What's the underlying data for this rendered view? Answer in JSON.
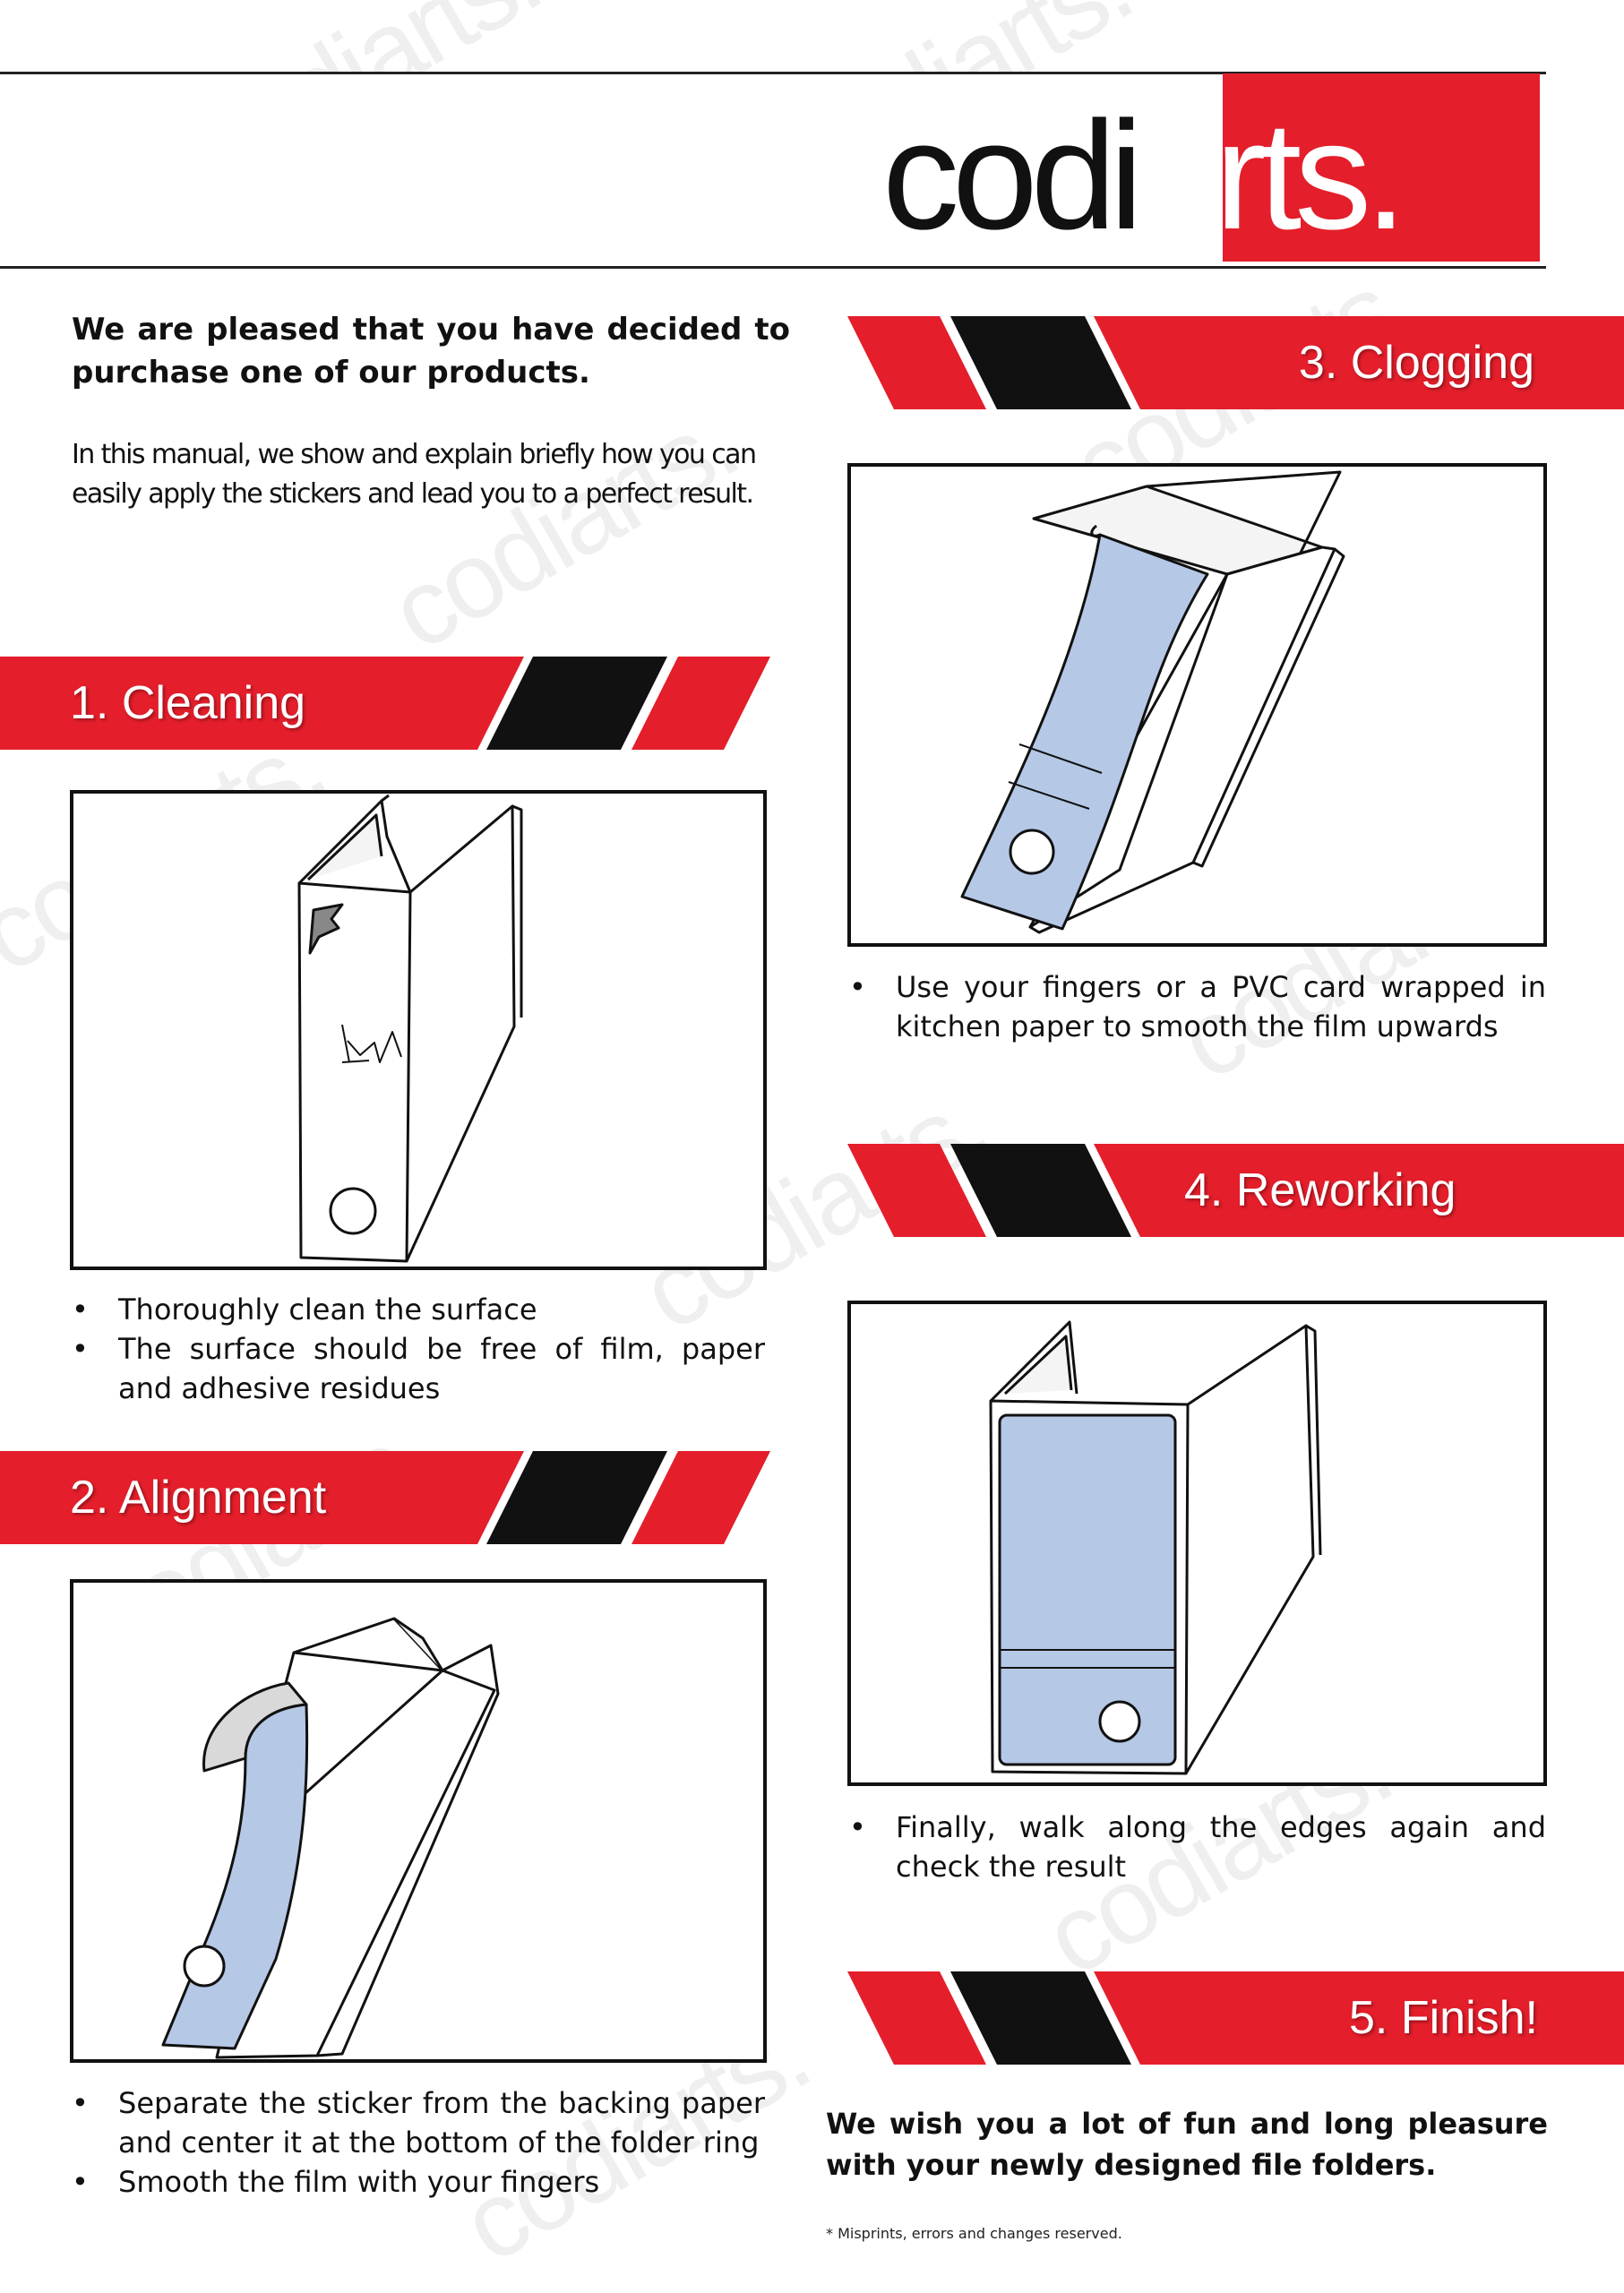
{
  "brand": {
    "logo_dark": "codi",
    "logo_light": "arts.",
    "accent_color": "#e41e2b",
    "dark_color": "#111111"
  },
  "intro": {
    "bold": "We are pleased that you have decided to purchase one of our products.",
    "body": "In this manual, we show and explain briefly how you can easily apply the stickers and lead you to a perfect result."
  },
  "sections": [
    {
      "title": "1. Cleaning",
      "bullets": [
        "Thoroughly clean the surface",
        "The surface should be free of film, paper and adhesive residues"
      ]
    },
    {
      "title": "2. Alignment",
      "bullets": [
        "Separate the sticker from the backing paper and center it at the bottom of the folder ring",
        "Smooth the film with your fingers"
      ]
    },
    {
      "title": "3. Clogging",
      "bullets": [
        "Use your fingers or a PVC card wrapped in kitchen paper to smooth the film upwards"
      ]
    },
    {
      "title": "4. Reworking",
      "bullets": [
        "Finally, walk along the edges again and check the result"
      ]
    },
    {
      "title": "5. Finish!",
      "text": "We wish you a lot of fun and long pleasure with your newly designed file folders."
    }
  ],
  "footnote": "* Misprints, errors and changes reserved.",
  "watermark": "codiarts."
}
